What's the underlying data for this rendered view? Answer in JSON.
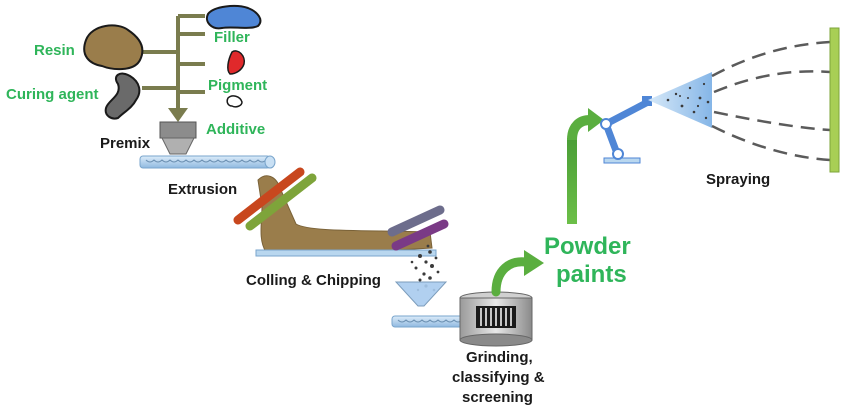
{
  "ingredients": {
    "resin": "Resin",
    "curing_agent": "Curing agent",
    "filler": "Filler",
    "pigment": "Pigment",
    "additive": "Additive"
  },
  "stages": {
    "premix": "Premix",
    "extrusion": "Extrusion",
    "cooling": "Colling & Chipping",
    "grinding_line1": "Grinding,",
    "grinding_line2": "classifying &",
    "grinding_line3": "screening",
    "spraying": "Spraying"
  },
  "product": {
    "line1": "Powder",
    "line2": "paints"
  },
  "colors": {
    "label_green": "#2fb55a",
    "arrow_green": "#5aae3f",
    "stem": "#7a7c4e",
    "resin": "#9a7d4b",
    "curing": "#6a6a6a",
    "filler": "#4f86d6",
    "pigment": "#e0292b",
    "belt": "#b9d7ef",
    "spray": "#a9ccef",
    "wall": "#a8cf55"
  }
}
